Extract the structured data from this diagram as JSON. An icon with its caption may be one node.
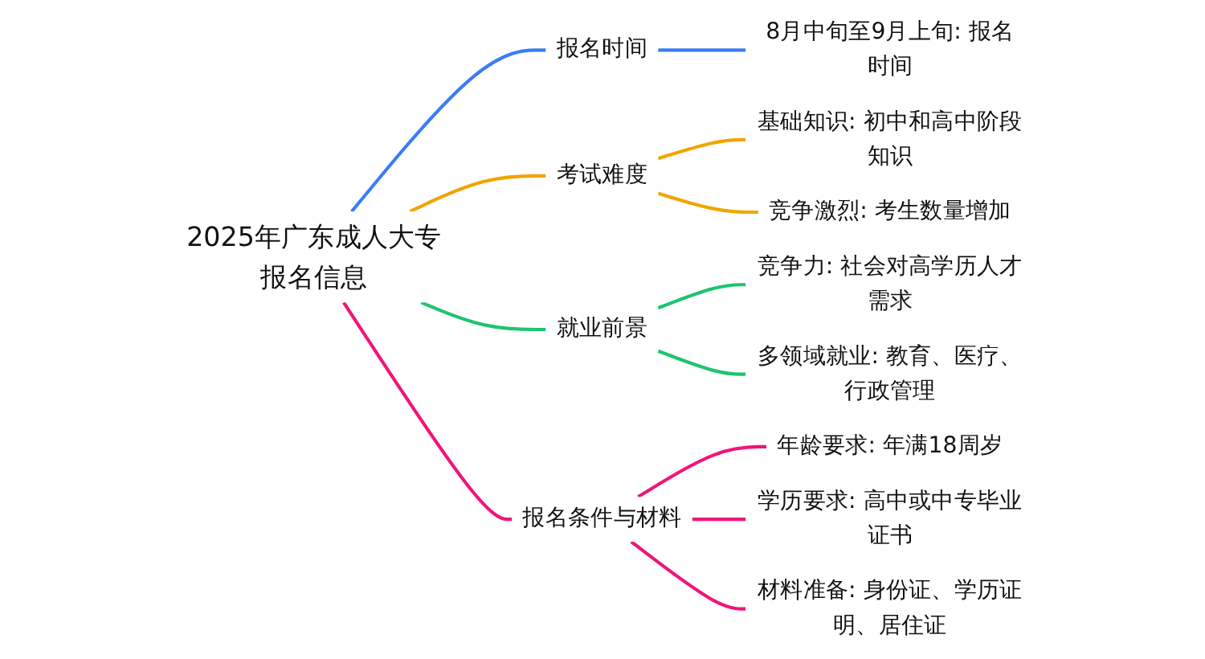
{
  "diagram": {
    "nodes": [
      {
        "text": [
          "2025年广东成人大专报名信息"
        ]
      },
      {
        "text": [
          "报名时间"
        ]
      },
      {
        "text": [
          "8月中旬至9月上旬: 报名时间"
        ]
      },
      {
        "text": [
          "考试难度"
        ]
      },
      {
        "text": [
          "基础知识: 初中和高中阶段知识"
        ]
      },
      {
        "text": [
          "竞争激烈: 考生数量增加"
        ]
      },
      {
        "text": [
          "就业前景"
        ]
      },
      {
        "text": [
          "竞争力: 社会对高学历人才需求"
        ]
      },
      {
        "text": [
          "多领域就业: 教育、医疗、行政管理"
        ]
      },
      {
        "text": [
          "报名条件与材料"
        ]
      },
      {
        "text": [
          "年龄要求: 年满18周岁"
        ]
      },
      {
        "text": [
          "学历要求: 高中或中专毕业证书"
        ]
      },
      {
        "text": [
          "材料准备: 身份证、学历证明、居住证"
        ]
      }
    ],
    "edges": [
      {
        "from": 0,
        "to": 1,
        "arrow": "none",
        "color": "#3b7cf7"
      },
      {
        "from": 1,
        "to": 2,
        "arrow": "none",
        "color": "#3b7cf7"
      },
      {
        "from": 0,
        "to": 3,
        "arrow": "none",
        "color": "#f0a500"
      },
      {
        "from": 3,
        "to": 4,
        "arrow": "none",
        "color": "#f0a500"
      },
      {
        "from": 3,
        "to": 5,
        "arrow": "none",
        "color": "#f0a500"
      },
      {
        "from": 0,
        "to": 6,
        "arrow": "none",
        "color": "#1ec46e"
      },
      {
        "from": 6,
        "to": 7,
        "arrow": "none",
        "color": "#1ec46e"
      },
      {
        "from": 6,
        "to": 8,
        "arrow": "none",
        "color": "#1ec46e"
      },
      {
        "from": 0,
        "to": 9,
        "arrow": "none",
        "color": "#f0157a"
      },
      {
        "from": 9,
        "to": 10,
        "arrow": "none",
        "color": "#f0157a"
      },
      {
        "from": 9,
        "to": 11,
        "arrow": "none",
        "color": "#f0157a"
      },
      {
        "from": 9,
        "to": 12,
        "arrow": "none",
        "color": "#f0157a"
      }
    ]
  }
}
